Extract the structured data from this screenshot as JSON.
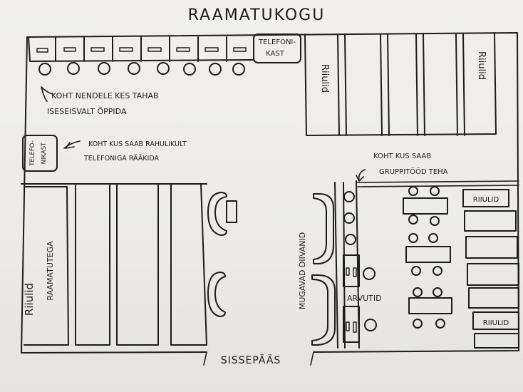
{
  "title": "RAAMATUKOGU",
  "labels": {
    "phone_box_top_line1": "TELEFONI-",
    "phone_box_top_line2": "KAST",
    "phone_box_left_line1": "TELEFO-",
    "phone_box_left_line2": "NIKAST",
    "shelves_top_left": "Riiulid",
    "shelves_top_right": "Riiulid",
    "note_study": "KOHT NENDELE KES TAHAB",
    "note_study_2": "ISESEISVALT ÕPPIDA",
    "note_phone": "KOHT KUS SAAB RAHULIKULT",
    "note_phone_2": "TELEFONIGA RÄÄKIDA",
    "note_group": "KOHT KUS SAAB",
    "note_group_2": "GRUPPITÖÖD TEHA",
    "shelves_with_books": "Riiulid",
    "shelves_with_books_2": "RAAMATUTEGA",
    "sofas": "MUGAVAD DIIVANID",
    "computers": "ARVUTID",
    "shelves_right_1": "RIIULID",
    "shelves_right_2": "RIIULID",
    "entrance": "SISSEPÄÄS"
  },
  "colors": {
    "ink": "#1c1c1c",
    "paper": "#efeeea"
  }
}
